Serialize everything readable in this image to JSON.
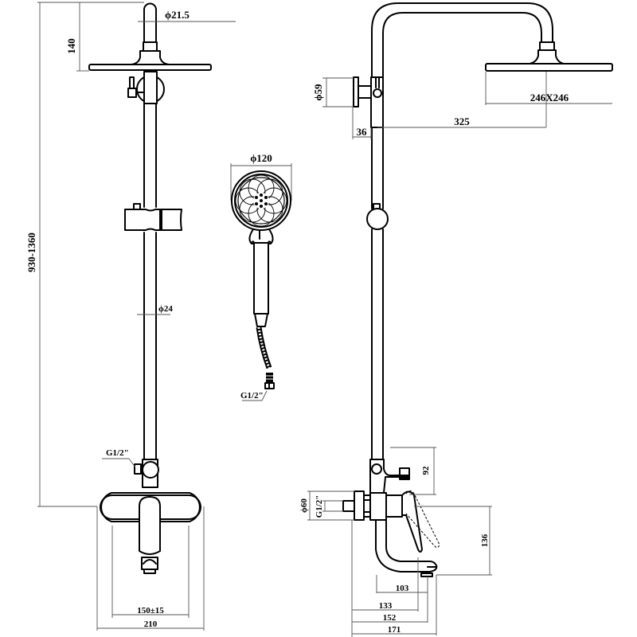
{
  "drawing": {
    "title": "Shower column technical drawing",
    "front_view": {
      "labels": {
        "top_height": "140",
        "arm_diameter": "ϕ21.5",
        "total_height": "930-1360",
        "rail_diameter": "ϕ24",
        "inlet_thread": "G1/2\"",
        "inlet_spacing": "150±15",
        "mixer_width": "210"
      }
    },
    "hand_shower": {
      "labels": {
        "head_diameter": "ϕ120",
        "hose_thread": "G1/2\""
      }
    },
    "side_view": {
      "labels": {
        "holder_diameter": "ϕ59",
        "holder_depth": "36",
        "arm_reach": "325",
        "head_size": "246X246",
        "diverter_height": "92",
        "flange_diameter": "ϕ60",
        "inlet_thread": "G1/2\"",
        "spout_height": "136",
        "spout_103": "103",
        "spout_133": "133",
        "spout_152": "152",
        "spout_171": "171"
      }
    }
  }
}
